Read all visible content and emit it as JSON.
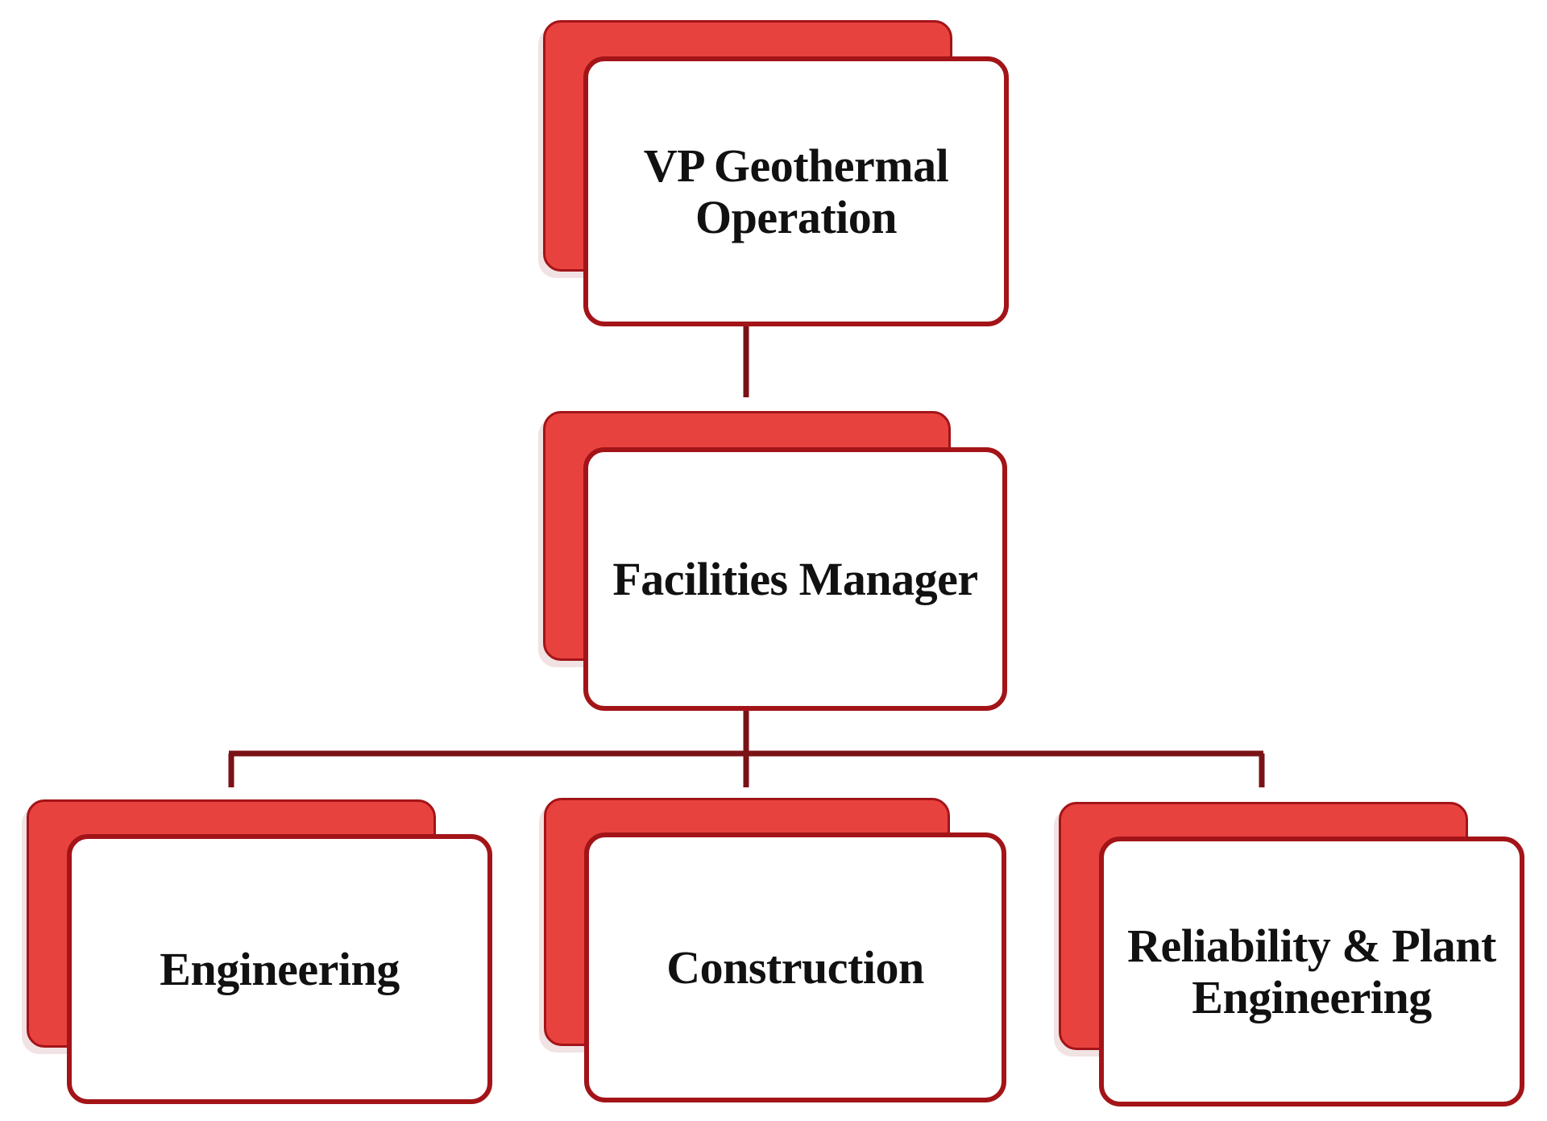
{
  "org_chart": {
    "top": {
      "label": "VP Geothermal Operation"
    },
    "middle": {
      "label": "Facilities Manager"
    },
    "children": [
      {
        "label": "Engineering"
      },
      {
        "label": "Construction"
      },
      {
        "label": "Reliability & Plant Engineering"
      }
    ]
  },
  "colors": {
    "shadow_box": "#e8423f",
    "border": "#a31418",
    "box_fill": "#ffffff",
    "connector": "#7a1216",
    "text": "#111111"
  }
}
